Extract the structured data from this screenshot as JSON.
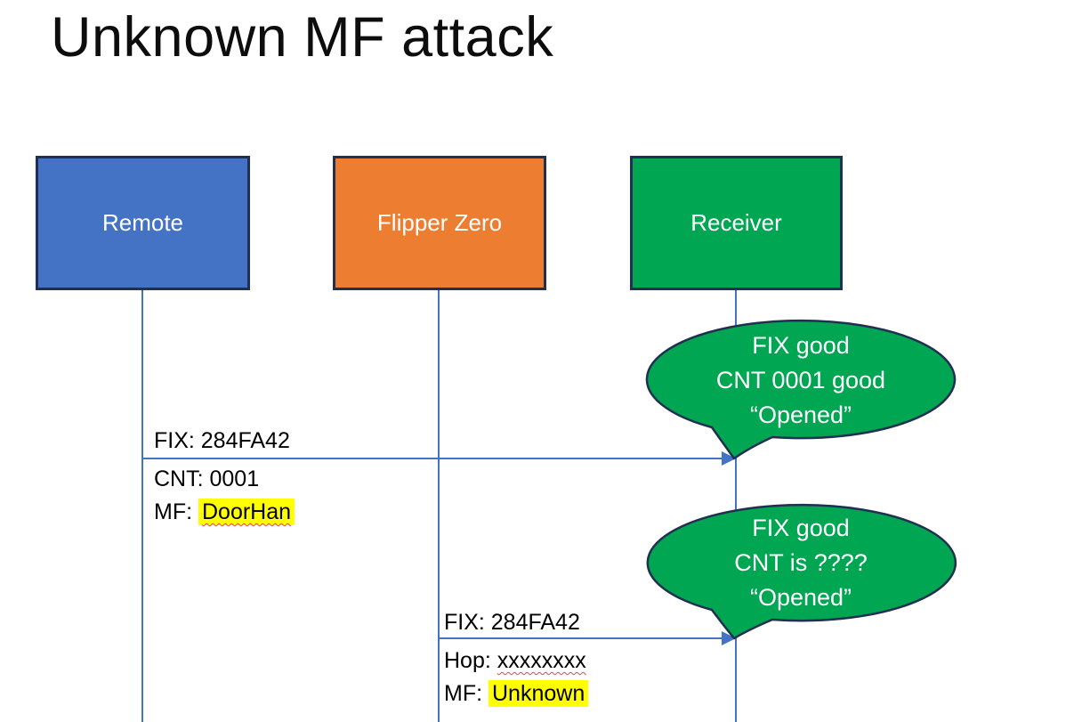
{
  "title": "Unknown MF attack",
  "colors": {
    "actor_remote_fill": "#4472C4",
    "actor_flipper_fill": "#ED7D31",
    "actor_receiver_fill": "#00A651",
    "shape_border": "#1F3050",
    "connector_blue": "#4472C4",
    "bubble_fill": "#00A651",
    "highlight_yellow": "#FFFF00",
    "squiggle_red": "#E14B39"
  },
  "actors": [
    {
      "label": "Remote"
    },
    {
      "label": "Flipper Zero"
    },
    {
      "label": "Receiver"
    }
  ],
  "messages": [
    {
      "from": "Remote",
      "to": "Receiver",
      "above": "FIX: 284FA42",
      "below_line1": "CNT: 0001",
      "below_line2_prefix": "MF: ",
      "below_line2_value": "DoorHan"
    },
    {
      "from": "Flipper Zero",
      "to": "Receiver",
      "above": "FIX: 284FA42",
      "below_line1_prefix": "Hop: ",
      "below_line1_value": "xxxxxxxx",
      "below_line2_prefix": "MF: ",
      "below_line2_value": "Unknown"
    }
  ],
  "bubbles": [
    {
      "lines": [
        "FIX good",
        "CNT 0001 good",
        "“Opened”"
      ]
    },
    {
      "lines": [
        "FIX good",
        "CNT is ????",
        "“Opened”"
      ]
    }
  ]
}
